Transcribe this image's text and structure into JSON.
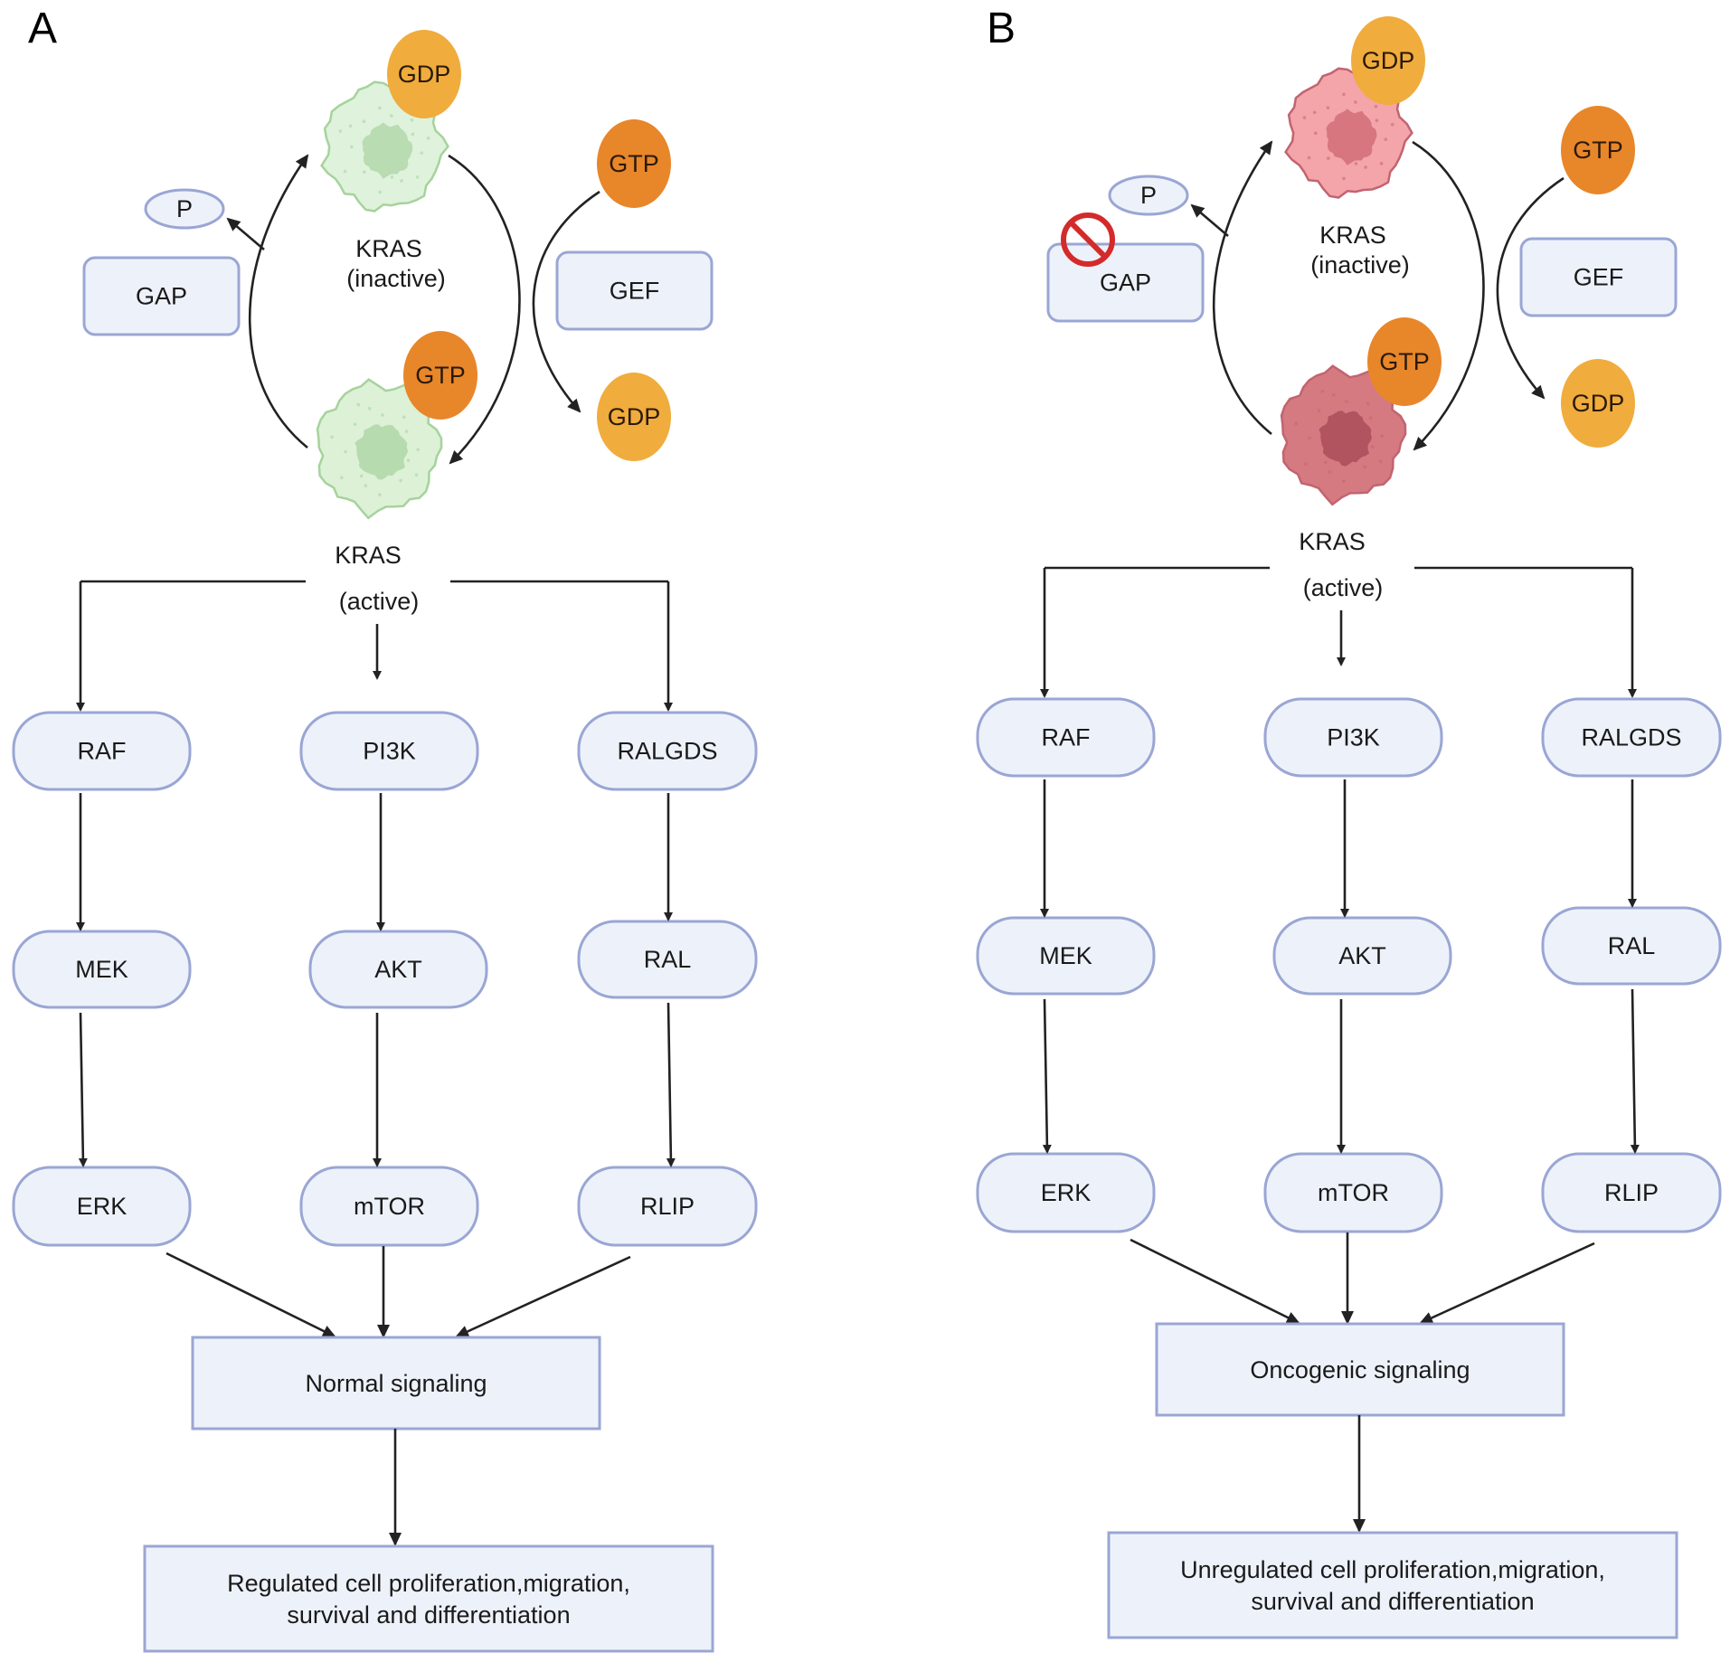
{
  "figure": {
    "panels": [
      {
        "id": "A",
        "label": "A",
        "cycle": {
          "inactive_molecule": "GDP",
          "inactive_label_line1": "KRAS",
          "inactive_label_line2": "(inactive)",
          "active_molecule": "GTP",
          "active_label_line1": "KRAS",
          "active_label_line2": "(active)",
          "gap_label": "GAP",
          "gap_inhibited": false,
          "phosphate_label": "P",
          "gef_label": "GEF",
          "gef_in_molecule": "GTP",
          "gef_out_molecule": "GDP",
          "cell_state": "normal"
        },
        "pathways": [
          {
            "name": "raf",
            "nodes": [
              "RAF",
              "MEK",
              "ERK"
            ]
          },
          {
            "name": "pi3k",
            "nodes": [
              "PI3K",
              "AKT",
              "mTOR"
            ]
          },
          {
            "name": "ralgds",
            "nodes": [
              "RALGDS",
              "RAL",
              "RLIP"
            ]
          }
        ],
        "signaling": "Normal signaling",
        "outcome_line1": "Regulated cell proliferation,migration,",
        "outcome_line2": "survival and differentiation"
      },
      {
        "id": "B",
        "label": "B",
        "cycle": {
          "inactive_molecule": "GDP",
          "inactive_label_line1": "KRAS",
          "inactive_label_line2": "(inactive)",
          "active_molecule": "GTP",
          "active_label_line1": "KRAS",
          "active_label_line2": "(active)",
          "gap_label": "GAP",
          "gap_inhibited": true,
          "phosphate_label": "P",
          "gef_label": "GEF",
          "gef_in_molecule": "GTP",
          "gef_out_molecule": "GDP",
          "cell_state": "oncogenic"
        },
        "pathways": [
          {
            "name": "raf",
            "nodes": [
              "RAF",
              "MEK",
              "ERK"
            ]
          },
          {
            "name": "pi3k",
            "nodes": [
              "PI3K",
              "AKT",
              "mTOR"
            ]
          },
          {
            "name": "ralgds",
            "nodes": [
              "RALGDS",
              "RAL",
              "RLIP"
            ]
          }
        ],
        "signaling": "Oncogenic  signaling",
        "outcome_line1": "Unregulated cell proliferation,migration,",
        "outcome_line2": "survival and differentiation"
      }
    ],
    "colors": {
      "gdp": "#f0ac3c",
      "gtp": "#e8862a",
      "box_fill": "#edf2fa",
      "box_stroke": "#9aa6d4",
      "arrow": "#222222",
      "inhibit": "#d42a2a",
      "normal_inactive_cell": "#dff2dc",
      "normal_inactive_nucleus": "#b9dcb2",
      "normal_active_cell": "#dcf1d6",
      "normal_active_nucleus": "#b6dbae",
      "normal_cell_stroke": "#a6d39c",
      "onco_inactive_cell": "#f3a5aa",
      "onco_inactive_nucleus": "#d7767e",
      "onco_active_cell": "#d47a80",
      "onco_active_nucleus": "#b25460",
      "onco_cell_stroke": "#c26470"
    }
  }
}
